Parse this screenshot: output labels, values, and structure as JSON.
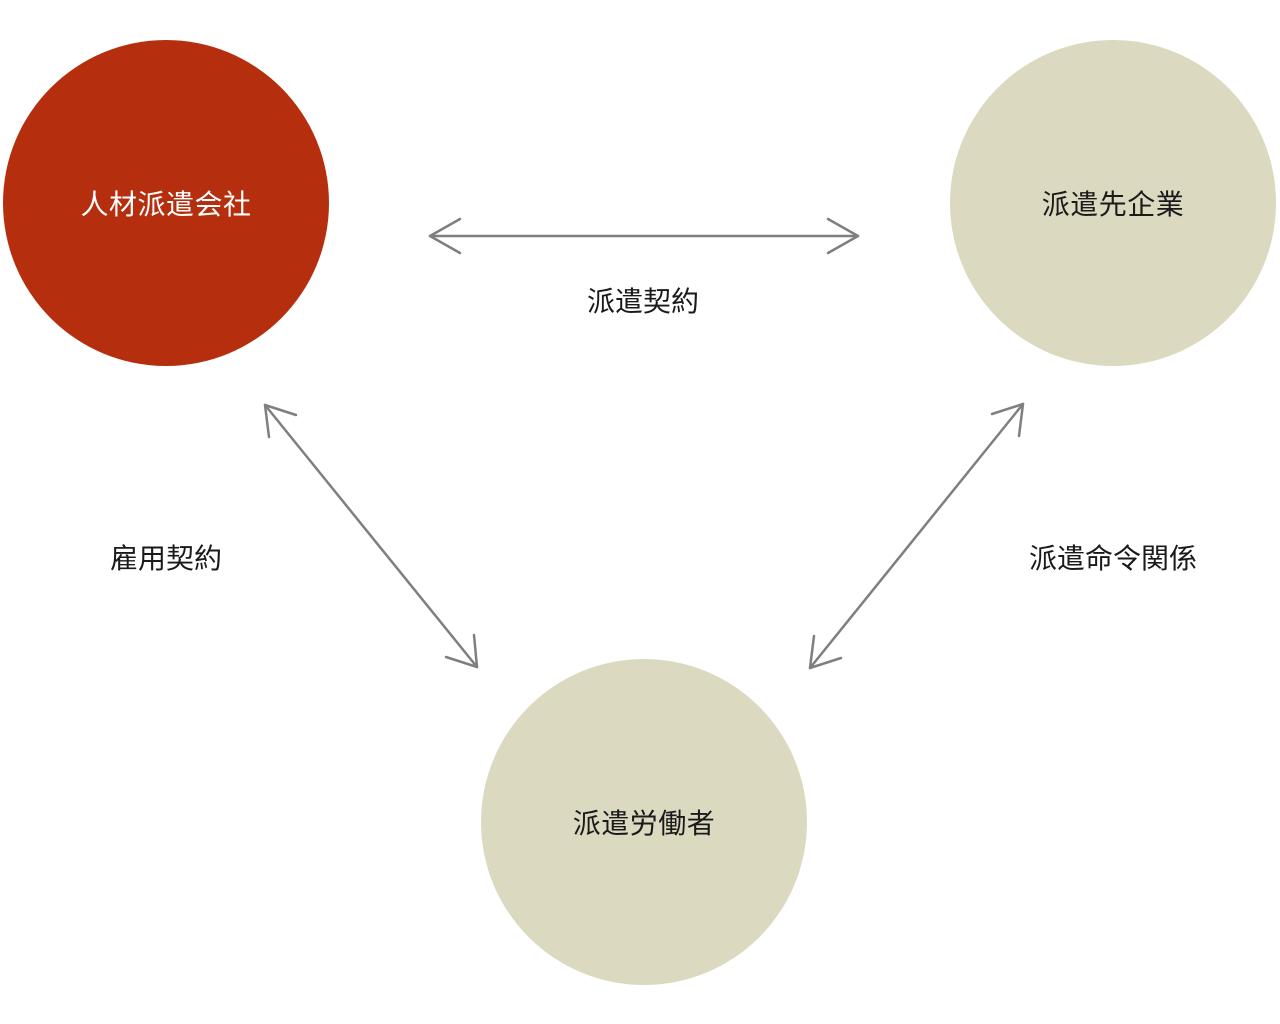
{
  "nodes": {
    "staffing_agency": "人材派遣会社",
    "client_company": "派遣先企業",
    "dispatched_worker": "派遣労働者"
  },
  "edges": {
    "dispatch_contract": "派遣契約",
    "employment_contract": "雇用契約",
    "command_relation": "派遣命令関係"
  },
  "colors": {
    "agency_fill": "#b52f0f",
    "neutral_fill": "#dcd9c1",
    "arrow_stroke": "#7f7f7f"
  }
}
